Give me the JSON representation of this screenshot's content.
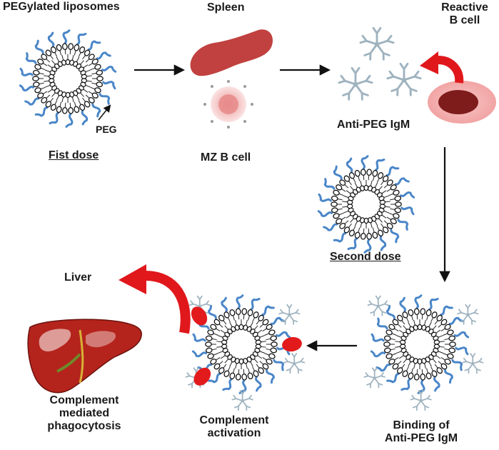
{
  "labels": {
    "pegylated_liposomes": "PEGylated liposomes",
    "spleen": "Spleen",
    "reactive_b_cell": [
      "Reactive",
      "B cell"
    ],
    "peg": "PEG",
    "first_dose": "Fist dose",
    "mz_b_cell": "MZ B cell",
    "anti_peg_igm": "Anti-PEG IgM",
    "second_dose": "Second dose",
    "liver": "Liver",
    "complement_mediated_phagocytosis": [
      "Complement",
      "mediated",
      "phagocytosis"
    ],
    "complement_activation": [
      "Complement",
      "activation"
    ],
    "binding_of_anti_peg_igm": [
      "Binding of",
      "Anti-PEG IgM"
    ]
  },
  "colors": {
    "peg_blue": "#4a86c8",
    "antibody_gray": "#9fb3bf",
    "curved_arrow_red": "#e0181c",
    "spleen_red": "#c0413f",
    "complement_red": "#e31a1c",
    "liver_red": "#b4241c"
  }
}
